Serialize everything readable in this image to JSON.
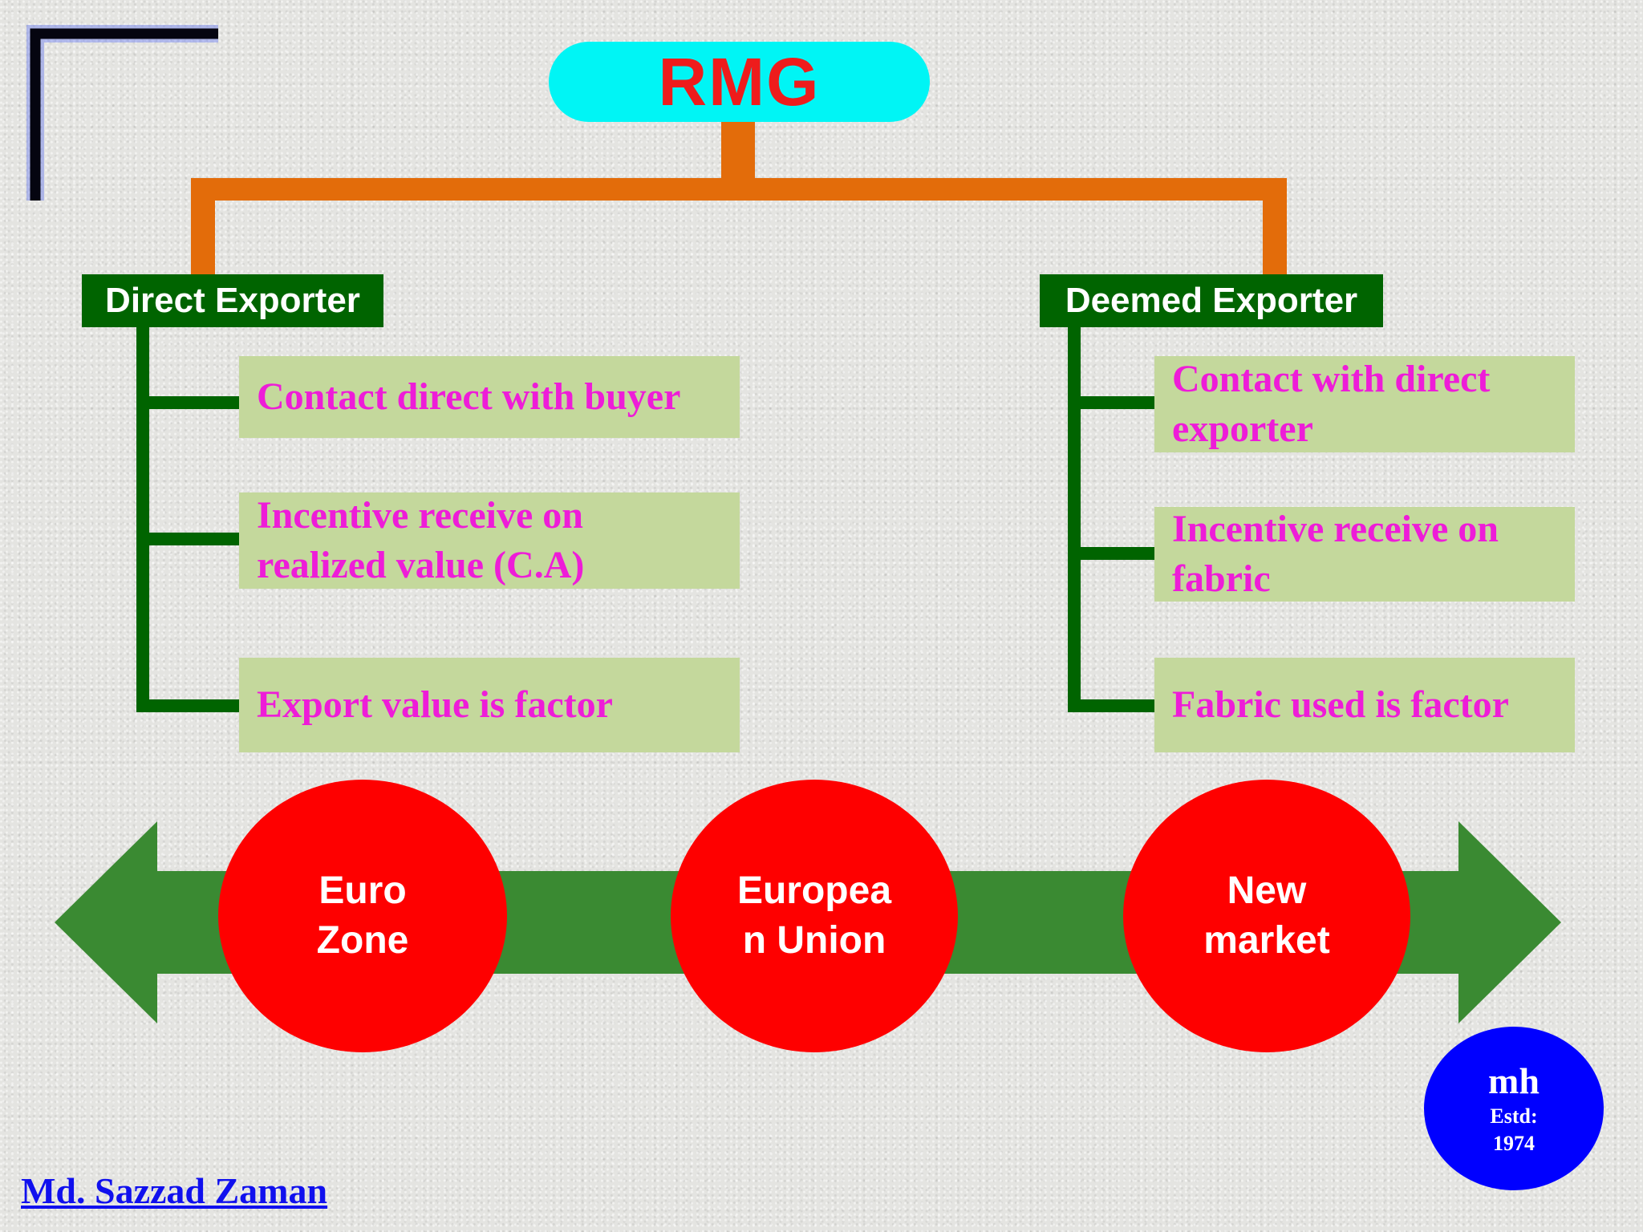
{
  "root": {
    "label": "RMG"
  },
  "branches": [
    {
      "label": "Direct Exporter",
      "items": [
        "Contact direct with buyer",
        "Incentive receive on realized value  (C.A)",
        "Export value is factor"
      ]
    },
    {
      "label": "Deemed Exporter",
      "items": [
        "Contact with direct exporter",
        "Incentive receive on fabric",
        "Fabric used is factor"
      ]
    }
  ],
  "markets": [
    "Euro Zone",
    "Europea n Union",
    "New market"
  ],
  "badge": {
    "initials": "mh",
    "line1": "Estd:",
    "line2": "1974"
  },
  "author": "Md. Sazzad Zaman",
  "colors": {
    "root_fill": "#00f5f5",
    "root_text": "#ee1c1c",
    "connector_orange": "#e36c0a",
    "branch_fill": "#006400",
    "leaf_fill": "#c4d89c",
    "leaf_text": "#ee1cd8",
    "arrow_fill": "#3a8a32",
    "circle_fill": "#fe0000",
    "badge_fill": "#0000ff",
    "author_text": "#1010ee"
  }
}
